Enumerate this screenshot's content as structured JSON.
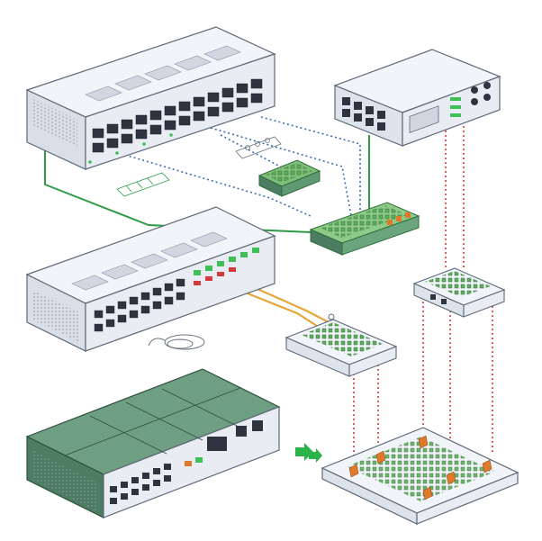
{
  "colors": {
    "background": "#ffffff",
    "chassis_light": "#e9edf3",
    "chassis_top": "#f1f4f8",
    "chassis_side": "#cfd6e0",
    "chassis_outline": "#5e6978",
    "green_board": "#6f9f83",
    "green_board_dark": "#4c7d62",
    "pcb_green": "#7fbf7a",
    "led_green": "#3fbf55",
    "cable_green": "#2f9b47",
    "cable_blue_dotted": "#3a6fb3",
    "cable_orange": "#e8a53a",
    "cable_red_dotted": "#d13b3b",
    "connector_orange": "#e07a2b",
    "arrow_green": "#2bb34a"
  },
  "devices": [
    {
      "id": "top-switch",
      "kind": "rack-switch",
      "ports": 24
    },
    {
      "id": "right-appliance",
      "kind": "network-appliance",
      "ports": 8
    },
    {
      "id": "small-green-module",
      "kind": "pcb-module"
    },
    {
      "id": "center-hub-board",
      "kind": "pcb-hub"
    },
    {
      "id": "middle-patch-panel",
      "kind": "rack-patch-panel",
      "ports": 36
    },
    {
      "id": "right-small-router",
      "kind": "small-router"
    },
    {
      "id": "center-small-router",
      "kind": "small-router"
    },
    {
      "id": "bottom-green-chassis",
      "kind": "green-rack-chassis"
    },
    {
      "id": "bottom-breakout-board",
      "kind": "breakout-board"
    }
  ],
  "icons": {
    "transfer": "double-arrow-right-icon",
    "cable_coil": "cable-coil-icon",
    "ribbon": "ribbon-cable-icon"
  }
}
